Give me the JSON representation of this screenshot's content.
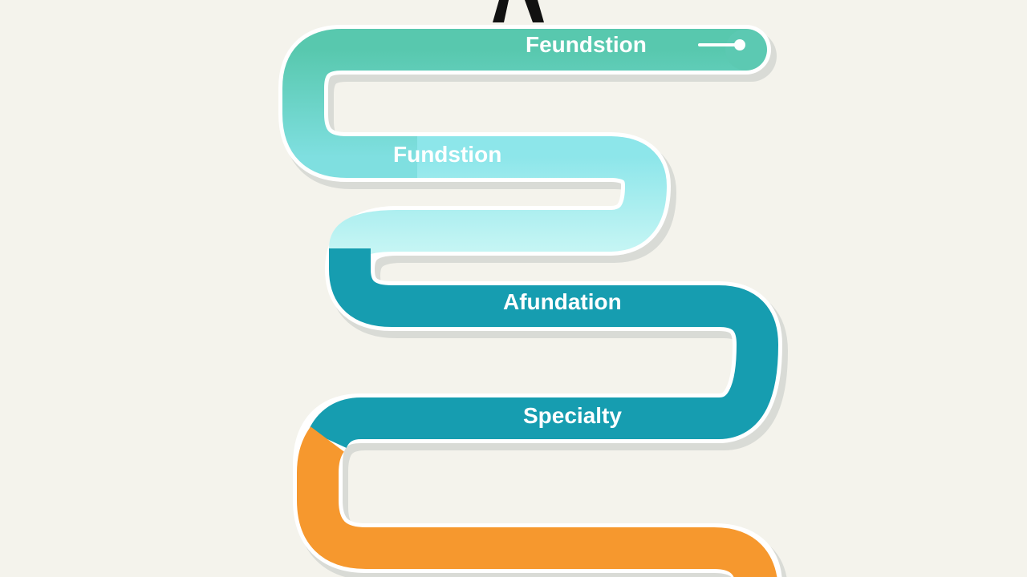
{
  "diagram": {
    "stages": [
      {
        "label": "Feundstion",
        "color": "#5cc9b2"
      },
      {
        "label": "Fundstion",
        "color": "#8ee8e8"
      },
      {
        "label": "Afundation",
        "color": "#169db0"
      },
      {
        "label": "Specialty",
        "color": "#169db0"
      },
      {
        "label": "",
        "color": "#f6982e"
      }
    ],
    "background": "#f4f3ec",
    "stand_color": "#111111",
    "start_marker_color": "#ffffff"
  }
}
